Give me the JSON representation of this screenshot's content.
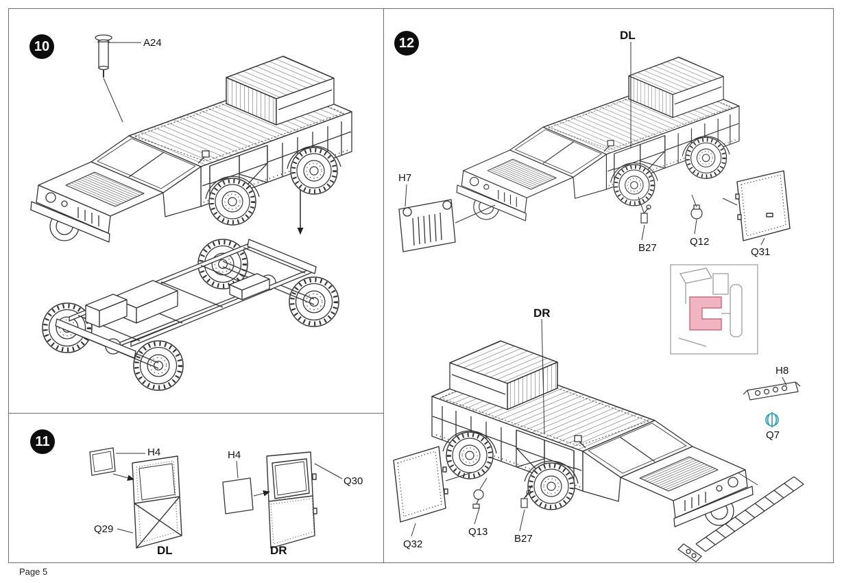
{
  "footer": {
    "page_label": "Page 5"
  },
  "steps": {
    "step10": {
      "number": "10",
      "labels": {
        "a24": "A24"
      }
    },
    "step11": {
      "number": "11",
      "labels": {
        "h4_left": "H4",
        "q29": "Q29",
        "dl": "DL",
        "h4_right": "H4",
        "q30": "Q30",
        "dr": "DR"
      }
    },
    "step12": {
      "number": "12",
      "labels": {
        "dl": "DL",
        "h7": "H7",
        "b27_top": "B27",
        "q12": "Q12",
        "q31": "Q31",
        "dr": "DR",
        "h8": "H8",
        "q7": "Q7",
        "q32": "Q32",
        "q13": "Q13",
        "b27_bottom": "B27"
      }
    }
  },
  "colors": {
    "art_line": "#333333",
    "panel_border": "#6e6e6e",
    "highlight_fill": "#f2b4c0",
    "highlight_stroke": "#c96b7c",
    "accent_blue": "#1f9dc9"
  }
}
